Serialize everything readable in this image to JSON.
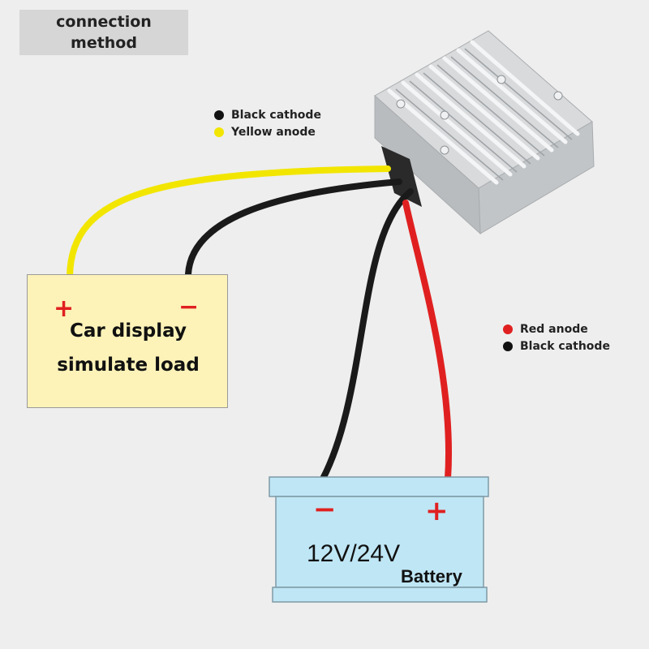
{
  "title": {
    "line1": "connection",
    "line2": "method"
  },
  "legend_output": [
    {
      "label": "Black cathode",
      "color": "#111111"
    },
    {
      "label": "Yellow anode",
      "color": "#f2e600"
    }
  ],
  "legend_input": [
    {
      "label": "Red anode",
      "color": "#e02020"
    },
    {
      "label": "Black cathode",
      "color": "#111111"
    }
  ],
  "load": {
    "line1": "Car display",
    "line2": "simulate load",
    "plus": "+",
    "minus": "−"
  },
  "battery": {
    "minus": "−",
    "plus": "+",
    "voltage": "12V/24V",
    "label": "Battery"
  },
  "colors": {
    "yellow_wire": "#f2e600",
    "black_wire": "#1a1a1a",
    "red_wire": "#e02020",
    "battery_body": "#bfe6f5",
    "load_body": "#fdf2b8"
  }
}
